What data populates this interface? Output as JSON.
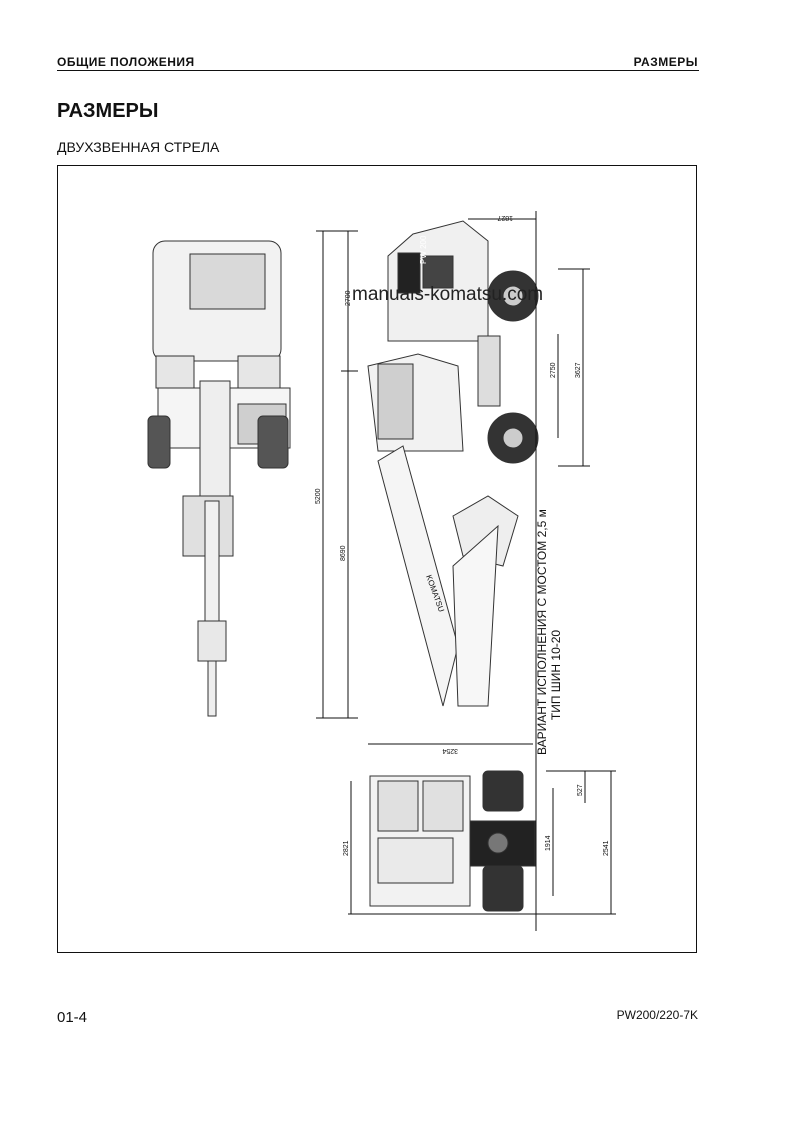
{
  "header": {
    "section": "ОБЩИЕ ПОЛОЖЕНИЯ",
    "topic": "РАЗМЕРЫ"
  },
  "title": "РАЗМЕРЫ",
  "subtitle": "ДВУХЗВЕННАЯ СТРЕЛА",
  "figure": {
    "watermark": "manuals-komatsu.com",
    "variant_line1": "ВАРИАНТ ИСПОЛНЕНИЯ С МОСТОМ 2,5 м",
    "variant_line2": "ТИП ШИН 10-20",
    "machine_label": "KOMATSU",
    "model_badge": "PW 200",
    "dimensions": {
      "height_top": "2700",
      "height_total": "5200",
      "boom_length": "8690",
      "width_top": "1827",
      "wheelbase": "2750",
      "track": "3627",
      "rear_width": "3254",
      "side_height": "2821",
      "axle_width": "1914",
      "overall_width": "2541",
      "small_offset": "527"
    }
  },
  "footer": {
    "page": "01-4",
    "model": "PW200/220-7K"
  }
}
